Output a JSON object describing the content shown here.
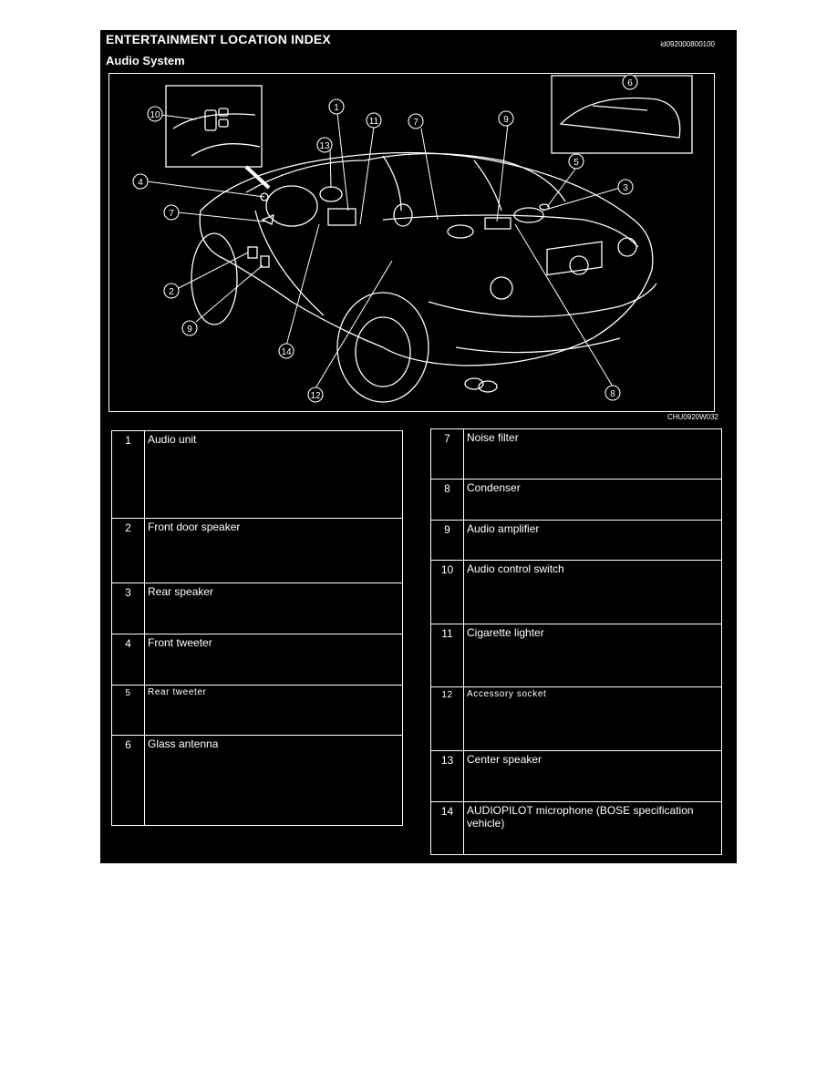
{
  "header": {
    "title": "ENTERTAINMENT LOCATION INDEX",
    "subtitle": "Audio System",
    "doc_id": "id092000800100"
  },
  "figure": {
    "code": "CHU0920W032",
    "callouts": [
      "1",
      "2",
      "3",
      "4",
      "5",
      "6",
      "7",
      "7",
      "8",
      "9",
      "9",
      "10",
      "11",
      "12",
      "13",
      "14"
    ]
  },
  "index_left": [
    {
      "num": "1",
      "label": "Audio unit"
    },
    {
      "num": "2",
      "label": "Front door speaker"
    },
    {
      "num": "3",
      "label": "Rear speaker"
    },
    {
      "num": "4",
      "label": "Front tweeter"
    },
    {
      "num": "5",
      "label": "Rear tweeter"
    },
    {
      "num": "6",
      "label": "Glass antenna"
    }
  ],
  "index_right": [
    {
      "num": "7",
      "label": "Noise filter"
    },
    {
      "num": "8",
      "label": "Condenser"
    },
    {
      "num": "9",
      "label": "Audio amplifier"
    },
    {
      "num": "10",
      "label": "Audio control switch"
    },
    {
      "num": "11",
      "label": "Cigarette lighter"
    },
    {
      "num": "12",
      "label": "Accessory socket"
    },
    {
      "num": "13",
      "label": "Center speaker"
    },
    {
      "num": "14",
      "label": "AUDIOPILOT microphone (BOSE specification vehicle)"
    }
  ]
}
